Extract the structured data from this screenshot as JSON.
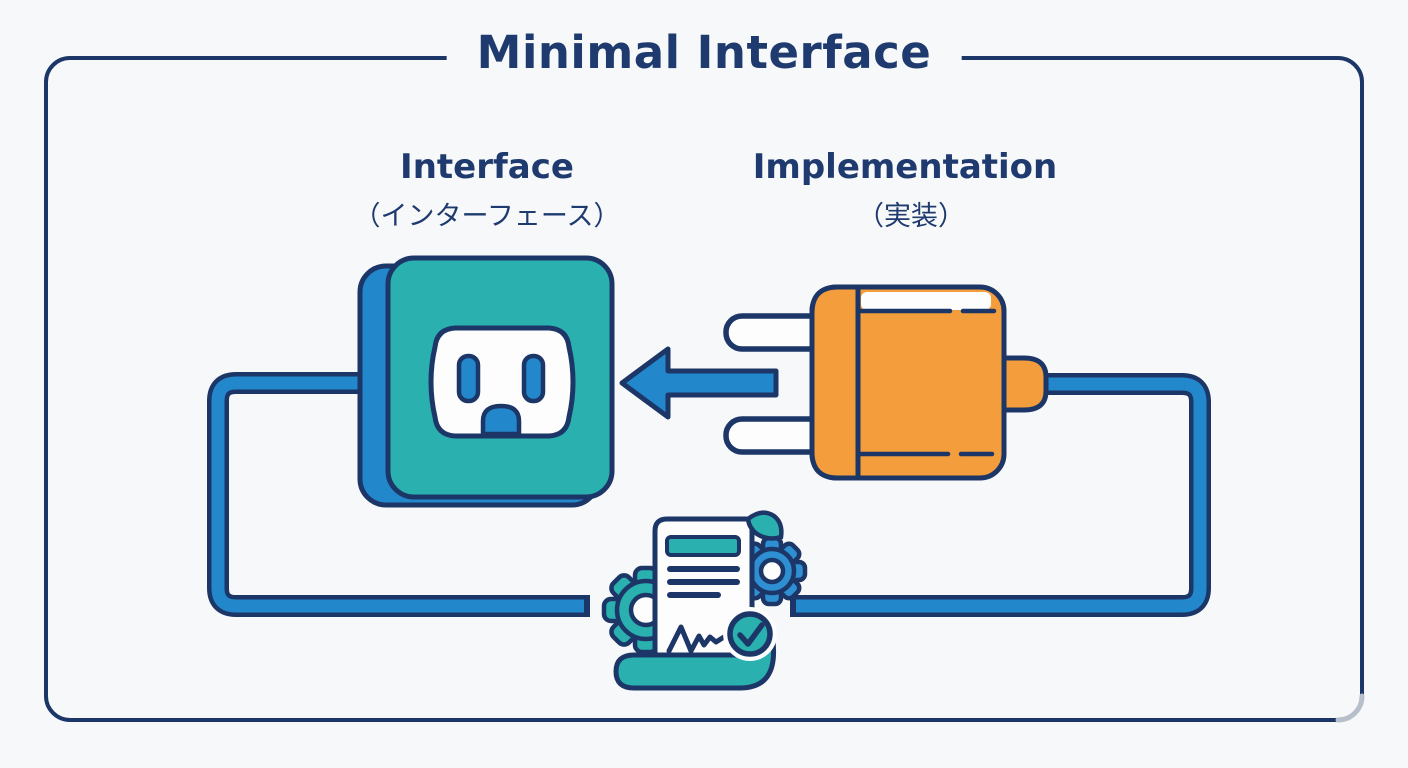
{
  "title": "Minimal Interface",
  "labels": {
    "interface": {
      "title": "Interface",
      "subtitle": "（インターフェース）"
    },
    "implementation": {
      "title": "Implementation",
      "subtitle": "（実装）"
    }
  },
  "icons": {
    "outlet": "power-outlet-icon",
    "plug": "power-plug-icon",
    "arrow": "arrow-left-icon",
    "contract": "contract-document-gears-icon",
    "pipe": "connection-pipe"
  },
  "colors": {
    "bg": "#f7f8f9",
    "navy": "#1c3667",
    "text": "#1e3a6e",
    "teal": "#2ab0ae",
    "blue": "#2287cb",
    "blue-bright": "#2e8fd2",
    "orange": "#f49d3c",
    "white": "#fdfdfe",
    "corner-gray": "#b7bfca"
  }
}
